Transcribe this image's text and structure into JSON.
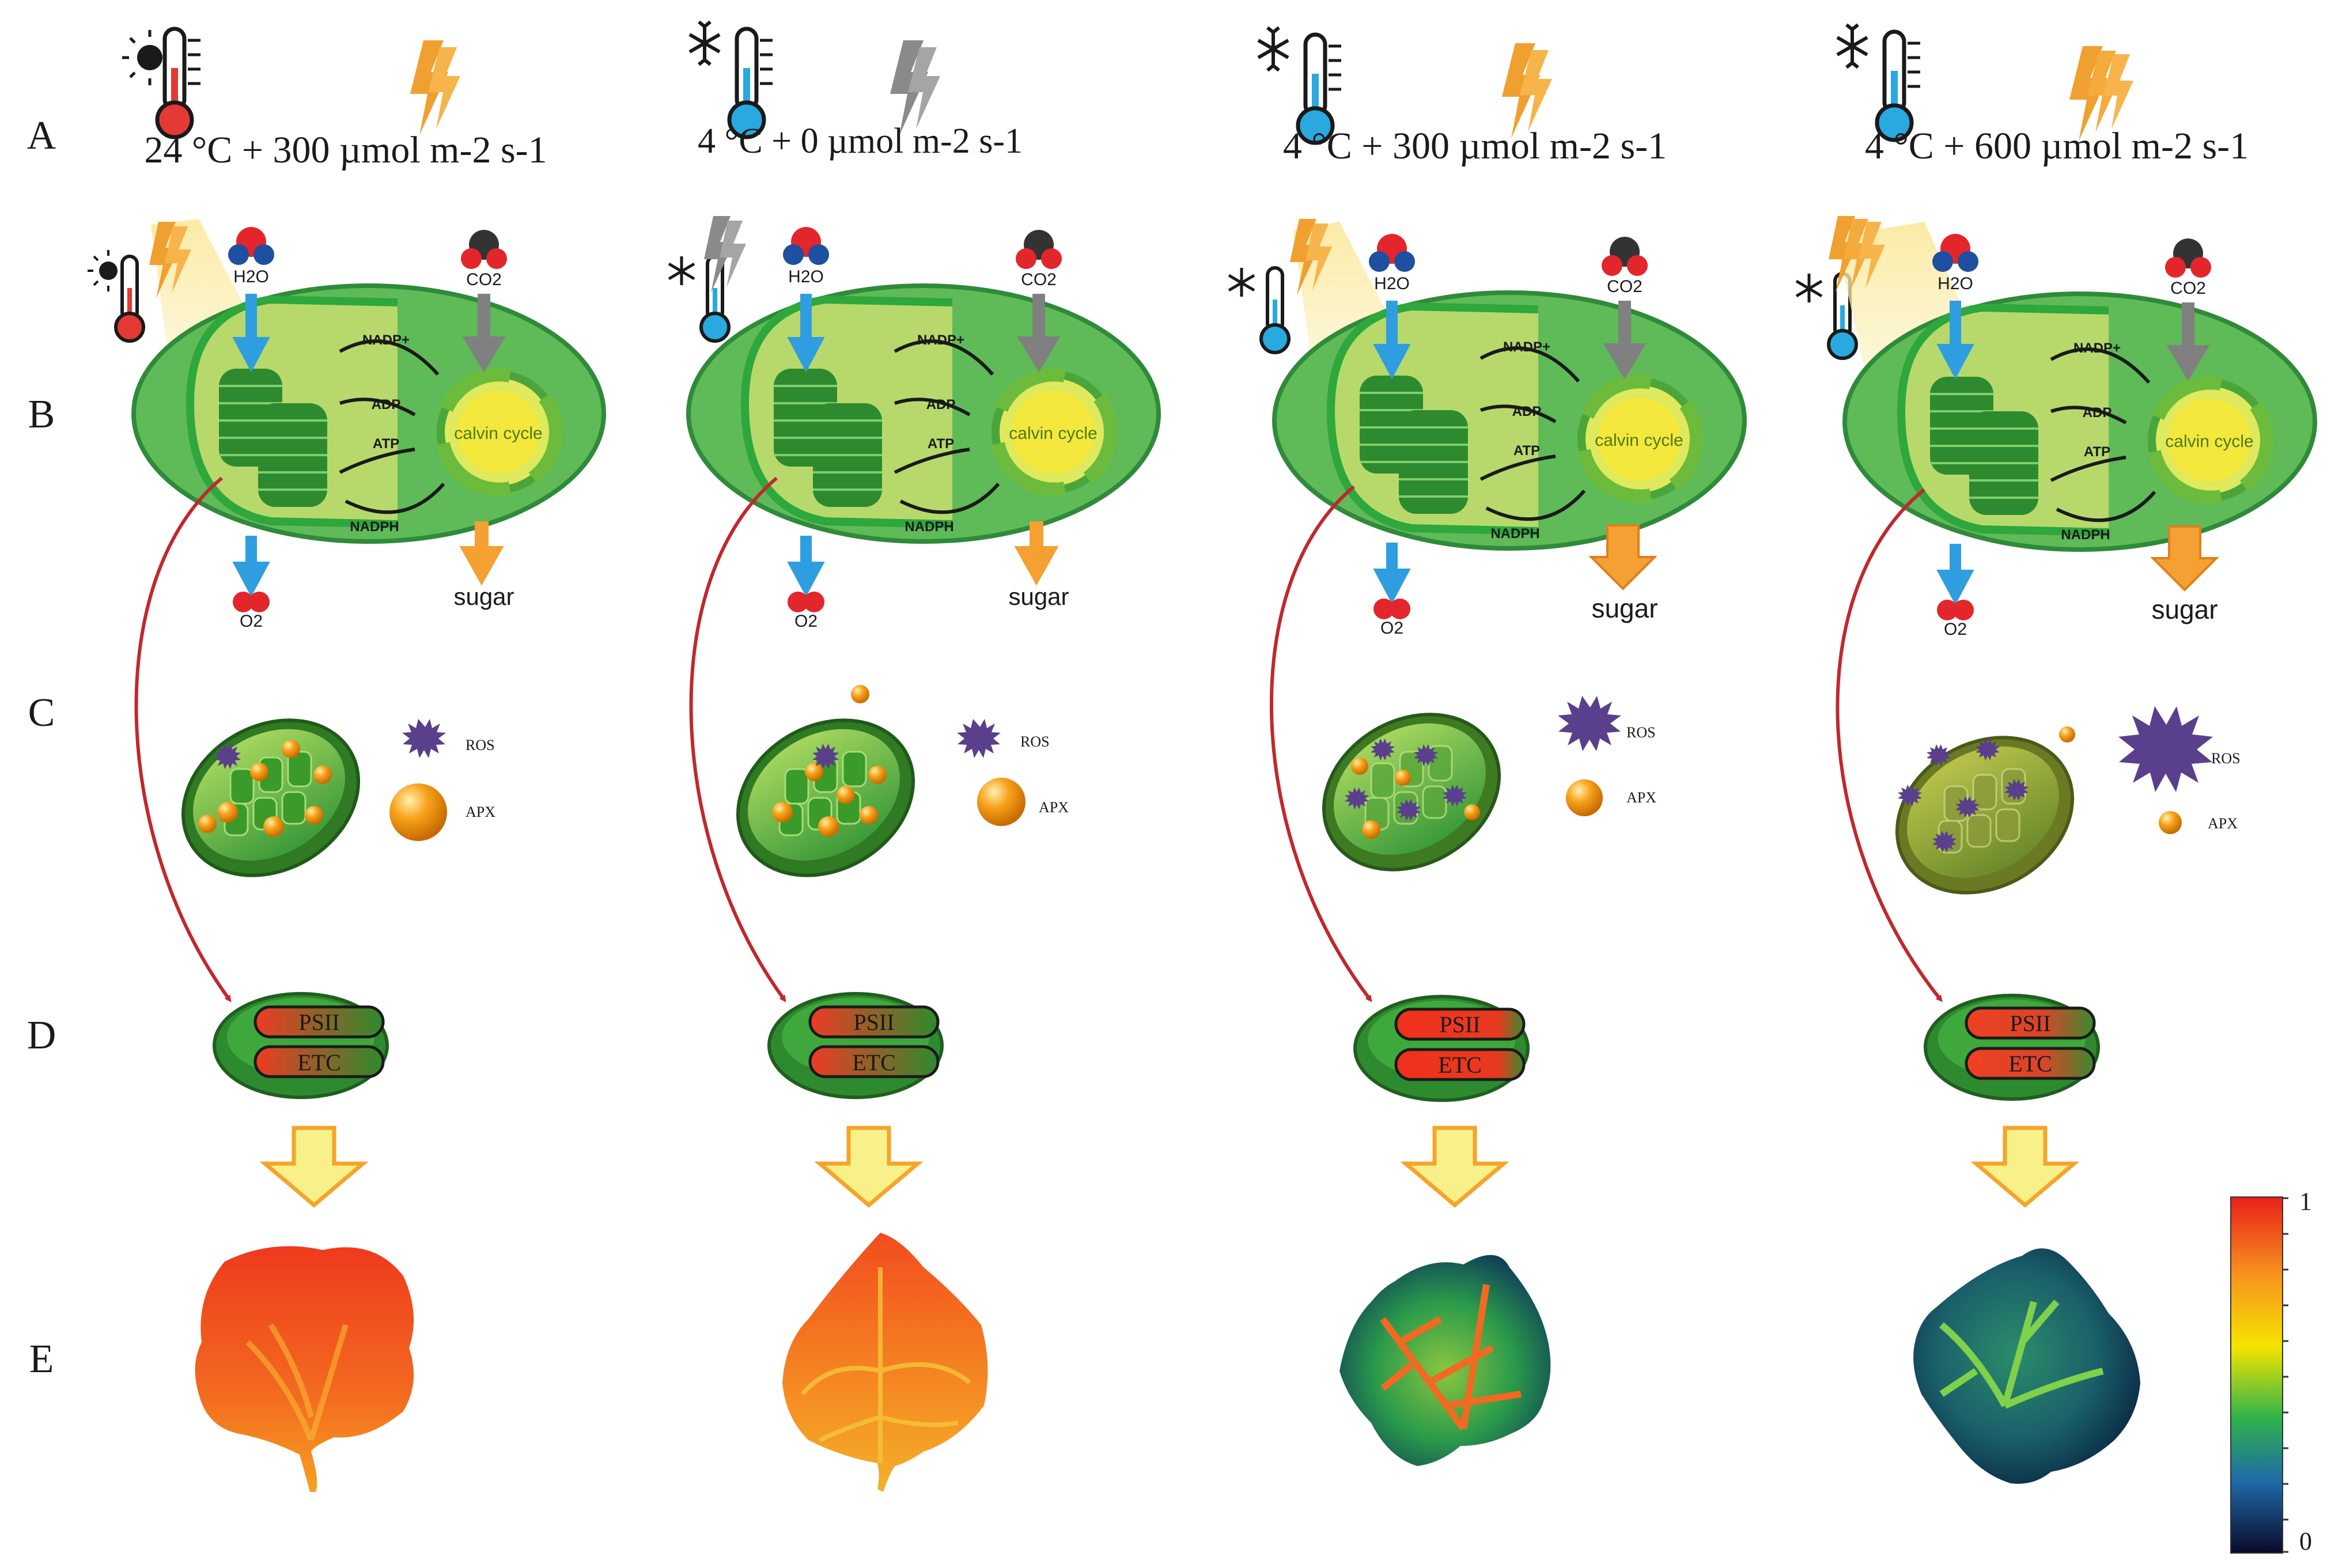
{
  "row_labels": [
    "A",
    "B",
    "C",
    "D",
    "E"
  ],
  "conditions": [
    {
      "label": "24 °C + 300 µmol m-2 s-1",
      "temperature": "warm",
      "light_level": 1
    },
    {
      "label": "4 °C + 0 µmol m-2 s-1",
      "temperature": "cold",
      "light_level": 0
    },
    {
      "label": "4 °C + 300 µmol m-2 s-1",
      "temperature": "cold",
      "light_level": 1
    },
    {
      "label": "4 °C + 600 µmol m-2 s-1",
      "temperature": "cold",
      "light_level": 2
    }
  ],
  "chloroplast_labels": {
    "water": "H2O",
    "carbon_dioxide": "CO2",
    "oxygen": "O2",
    "sugar": "sugar",
    "nadp_plus": "NADP+",
    "adp": "ADP",
    "atp": "ATP",
    "nadph": "NADPH",
    "calvin_cycle": "calvin cycle"
  },
  "stress_labels": {
    "ros": "ROS",
    "apx": "APX"
  },
  "photosystem_labels": {
    "psii": "PSII",
    "etc": "ETC"
  },
  "colorbar": {
    "max_label": "1",
    "min_label": "0"
  },
  "colors": {
    "warm_thermometer": "#e53935",
    "cold_thermometer": "#29a9e0",
    "light_bolt": "#f0a030",
    "dark_bolt": "#8a8a8a",
    "water_arrow": "#2f9ee0",
    "co2_arrow": "#808080",
    "sugar_arrow": "#f5a032",
    "red_connector": "#c0282d",
    "ros_star": "#5a3f8c",
    "apx_sphere": "#f7a21b"
  }
}
